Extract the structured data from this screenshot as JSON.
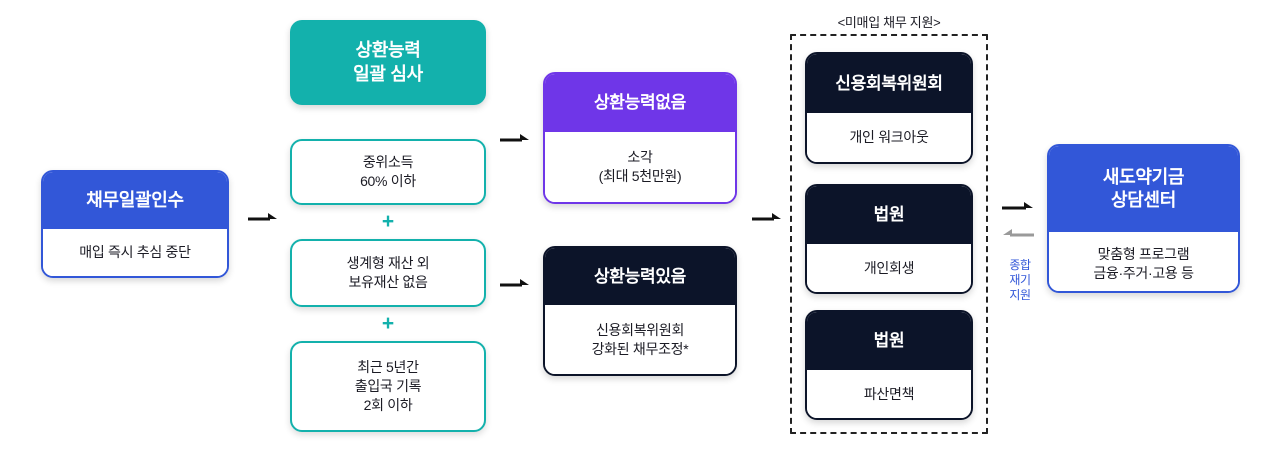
{
  "diagram": {
    "title_label": "<미매입 채무 지원>",
    "side_caption": "종합\n재기\n지원"
  },
  "stage1": {
    "card": {
      "header": "채무일괄인수",
      "body": "매입 즉시 추심 중단",
      "accent": "#3257d8"
    }
  },
  "stage2": {
    "heading": {
      "line1": "상환능력",
      "line2": "일괄 심사",
      "accent": "#13b1ac"
    },
    "criteria": [
      {
        "text": "중위소득\n60% 이하"
      },
      {
        "text": "생계형 재산 외\n보유재산 없음"
      },
      {
        "text": "최근 5년간\n출입국 기록\n2회 이하"
      }
    ],
    "connectors": [
      "+",
      "+"
    ]
  },
  "stage3": {
    "results": [
      {
        "header": "상환능력없음",
        "body": "소각\n(최대 5천만원)",
        "accent": "#6f36e8",
        "style": "purple"
      },
      {
        "header": "상환능력있음",
        "body": "신용회복위원회\n강화된 채무조정*",
        "accent": "#0c1429",
        "style": "dark"
      }
    ]
  },
  "stage4": {
    "group_label": "<미매입 채무 지원>",
    "items": [
      {
        "header": "신용회복위원회",
        "body": "개인 워크아웃",
        "accent": "#0c1429"
      },
      {
        "header": "법원",
        "body": "개인회생",
        "accent": "#0c1429"
      },
      {
        "header": "법원",
        "body": "파산면책",
        "accent": "#0c1429"
      }
    ]
  },
  "stage5": {
    "card": {
      "header": "새도약기금\n상담센터",
      "body": "맞춤형 프로그램\n금융·주거·고용 등",
      "accent": "#3257d8"
    },
    "caption": "종합\n재기\n지원"
  },
  "arrows": {
    "a1_label": "arrow-right",
    "a2_label": "arrow-right",
    "a3_label": "arrow-right",
    "a4_label": "arrow-right",
    "a5_label": "arrow-right",
    "a6_label": "arrow-left"
  }
}
